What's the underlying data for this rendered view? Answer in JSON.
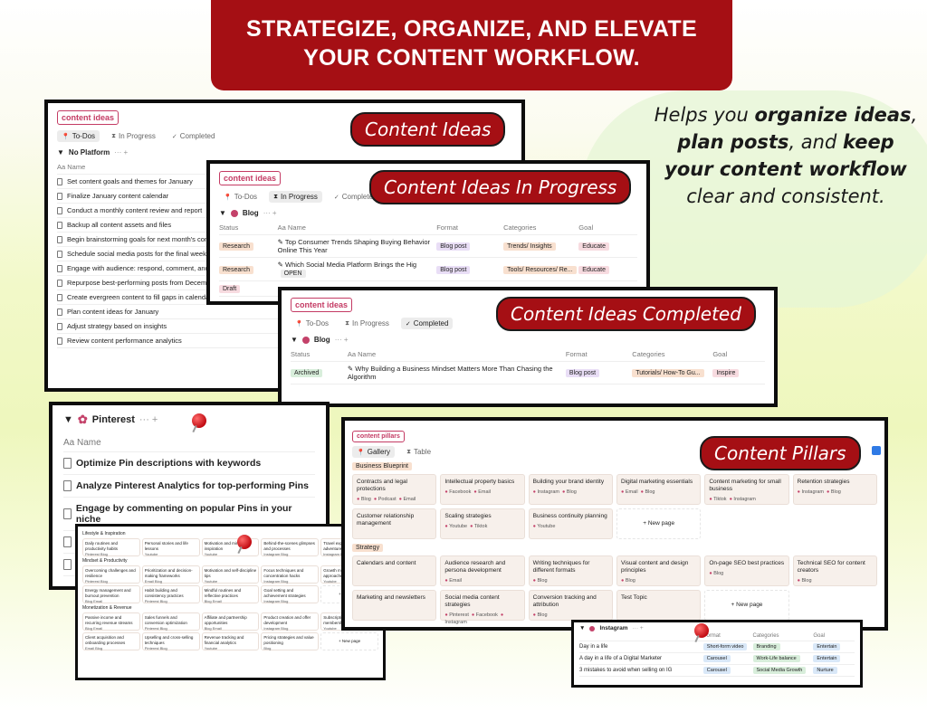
{
  "banner": {
    "line1": "STRATEGIZE, ORGANIZE, AND ELEVATE",
    "line2": "YOUR CONTENT WORKFLOW."
  },
  "tagline": {
    "p1": "Helps you ",
    "b1": "organize ideas",
    "p2": ", ",
    "b2": "plan posts",
    "p3": ", and ",
    "b3": "keep your content workflow",
    "p4": " clear and consistent."
  },
  "colors": {
    "brand_red": "#a50f14",
    "logo_pink": "#c43b64"
  },
  "icons": {
    "pushpin": "pushpin-icon",
    "document": "page-icon",
    "hourglass": "hourglass-icon",
    "check": "check-circle-icon"
  },
  "todos": {
    "label": "Content Ideas",
    "logo": "content ideas",
    "tabs": [
      "To-Dos",
      "In Progress",
      "Completed"
    ],
    "group": "No Platform",
    "group_more": "···  +",
    "name_header": "Aa Name",
    "rows": [
      "Set content goals and themes for January",
      "Finalize January content calendar",
      "Conduct a monthly content review and report",
      "Backup all content assets and files",
      "Begin brainstorming goals for next month's cont",
      "Schedule social media posts for the final week of",
      "Engage with audience: respond, comment, and s",
      "Repurpose best-performing posts from December",
      "Create evergreen content to fill gaps in calendar",
      "Plan content ideas for January",
      "Adjust strategy based on insights",
      "Review content performance analytics"
    ]
  },
  "progress": {
    "label": "Content Ideas In Progress",
    "logo": "content ideas",
    "tabs": [
      "To-Dos",
      "In Progress",
      "Completed"
    ],
    "group": "Blog",
    "group_more": "···  +",
    "headers": [
      "Status",
      "Aa Name",
      "Format",
      "Categories",
      "Goal"
    ],
    "rows": [
      {
        "status": "Research",
        "name": "Top Consumer Trends Shaping Buying Behavior Online This Year",
        "format": "Blog post",
        "category": "Trends/ Insights",
        "goal": "Educate"
      },
      {
        "status": "Research",
        "name": "Which Social Media Platform Brings the Hig",
        "open": "OPEN",
        "format": "Blog post",
        "category": "Tools/ Resources/ Re...",
        "goal": "Educate"
      },
      {
        "status": "Draft",
        "name": "",
        "format": "",
        "category": "",
        "goal": ""
      }
    ]
  },
  "completed": {
    "label": "Content Ideas Completed",
    "logo": "content ideas",
    "tabs": [
      "To-Dos",
      "In Progress",
      "Completed"
    ],
    "group": "Blog",
    "group_more": "···  +",
    "headers": [
      "Status",
      "Aa Name",
      "Format",
      "Categories",
      "Goal"
    ],
    "rows": [
      {
        "status": "Archived",
        "name": "Why Building a Business Mindset Matters More Than Chasing the Algorithm",
        "format": "Blog post",
        "category": "Tutorials/ How-To Gu...",
        "goal": "Inspire"
      }
    ]
  },
  "pinterest": {
    "group": "Pinterest",
    "group_more": "···  +",
    "name_header": "Aa Name",
    "rows": [
      "Optimize Pin descriptions with keywords",
      "Analyze Pinterest Analytics for top-performing Pins",
      "Engage by commenting on popular Pins in your niche",
      "",
      ""
    ]
  },
  "lifestyle": {
    "sections": [
      {
        "title": "Lifestyle & Inspiration",
        "cards": [
          {
            "t": "Daily routines and productivity habits",
            "tg": "Pinterest  Blog"
          },
          {
            "t": "Personal stories and life lessons",
            "tg": "Youtube"
          },
          {
            "t": "Motivation and mindset inspiration",
            "tg": "Youtube"
          },
          {
            "t": "Behind-the-scenes glimpses and processes",
            "tg": "Instagram  Blog"
          },
          {
            "t": "Travel experiences and adventures",
            "tg": "Instagram  Blog"
          }
        ]
      },
      {
        "title": "Mindset & Productivity",
        "cards": [
          {
            "t": "Overcoming challenges and resilience",
            "tg": "Pinterest  Blog"
          },
          {
            "t": "Prioritization and decision-making frameworks",
            "tg": "Email  Blog"
          },
          {
            "t": "Motivation and self-discipline tips",
            "tg": "Youtube"
          },
          {
            "t": "Focus techniques and concentration hacks",
            "tg": "Instagram  Blog"
          },
          {
            "t": "Growth mindset and learning approaches",
            "tg": "Youtube"
          },
          {
            "t": "Energy management and burnout prevention",
            "tg": "Blog  Email"
          },
          {
            "t": "Habit building and consistency practices",
            "tg": "Pinterest  Blog"
          },
          {
            "t": "Mindful routines and reflective practices",
            "tg": "Blog  Email"
          },
          {
            "t": "Goal setting and achievement strategies",
            "tg": "Instagram  Blog"
          },
          {
            "t": "+ New page",
            "tg": "",
            "empty": true
          }
        ]
      },
      {
        "title": "Monetization & Revenue",
        "cards": [
          {
            "t": "Passive income and recurring revenue streams",
            "tg": "Blog  Email"
          },
          {
            "t": "Sales funnels and conversion optimization",
            "tg": "Pinterest  Blog"
          },
          {
            "t": "Affiliate and partnership opportunities",
            "tg": "Blog  Email"
          },
          {
            "t": "Product creation and offer development",
            "tg": "Instagram  Blog"
          },
          {
            "t": "Subscription models and membership programs",
            "tg": "Youtube"
          },
          {
            "t": "Client acquisition and onboarding processes",
            "tg": "Email  Blog"
          },
          {
            "t": "Upselling and cross-selling techniques",
            "tg": "Pinterest  Blog"
          },
          {
            "t": "Revenue tracking and financial analytics",
            "tg": "Youtube"
          },
          {
            "t": "Pricing strategies and value positioning",
            "tg": "Blog"
          },
          {
            "t": "+ New page",
            "tg": "",
            "empty": true
          }
        ]
      }
    ]
  },
  "pillars": {
    "label": "Content Pillars",
    "logo": "content pillars",
    "tabs": [
      "Gallery",
      "Table"
    ],
    "section1": "Business Blueprint",
    "section2": "Strategy",
    "row1": [
      {
        "t": "Contracts and legal protections",
        "tg": [
          "Blog",
          "Podcast",
          "Email"
        ]
      },
      {
        "t": "Intellectual property basics",
        "tg": [
          "Facebook",
          "Email"
        ]
      },
      {
        "t": "Building your brand identity",
        "tg": [
          "Instagram",
          "Blog"
        ]
      },
      {
        "t": "Digital marketing essentials",
        "tg": [
          "Email",
          "Blog"
        ]
      },
      {
        "t": "Content marketing for small business",
        "tg": [
          "Tiktok",
          "Instagram"
        ]
      },
      {
        "t": "Retention strategies",
        "tg": [
          "Instagram",
          "Blog"
        ]
      }
    ],
    "row2": [
      {
        "t": "Customer relationship management",
        "tg": []
      },
      {
        "t": "Scaling strategies",
        "tg": [
          "Youtube",
          "Tiktok"
        ]
      },
      {
        "t": "Business continuity planning",
        "tg": [
          "Youtube"
        ]
      },
      {
        "t": "+ New page",
        "tg": [],
        "empty": true
      }
    ],
    "row3": [
      {
        "t": "Calendars and content",
        "tg": []
      },
      {
        "t": "Audience research and persona development",
        "tg": [
          "Email"
        ]
      },
      {
        "t": "Writing techniques for different formats",
        "tg": [
          "Blog"
        ]
      },
      {
        "t": "Visual content and design principles",
        "tg": [
          "Blog"
        ]
      },
      {
        "t": "On-page SEO best practices",
        "tg": [
          "Blog"
        ]
      },
      {
        "t": "Technical SEO for content creators",
        "tg": [
          "Blog"
        ]
      }
    ],
    "row4": [
      {
        "t": "Marketing and newsletters",
        "tg": []
      },
      {
        "t": "Social media content strategies",
        "tg": [
          "Pinterest",
          "Facebook",
          "Instagram"
        ]
      },
      {
        "t": "Conversion tracking and attribution",
        "tg": [
          "Blog"
        ]
      },
      {
        "t": "Test Topic",
        "tg": []
      },
      {
        "t": "+ New page",
        "tg": [],
        "empty": true
      }
    ]
  },
  "instagram": {
    "group": "Instagram",
    "group_more": "···  +",
    "headers": [
      "Format",
      "Categories",
      "Goal"
    ],
    "rows": [
      {
        "name": "Day in a life",
        "format": "Short-form video",
        "category": "Branding",
        "goal": "Entertain"
      },
      {
        "name": "A day in a life of a Digital Marketer",
        "format": "Carousel",
        "category": "Work-Life balance",
        "goal": "Entertain"
      },
      {
        "name": "3 mistakes to avoid when selling on IG",
        "format": "Carousel",
        "category": "Social Media Growth",
        "goal": "Nurture"
      }
    ]
  }
}
